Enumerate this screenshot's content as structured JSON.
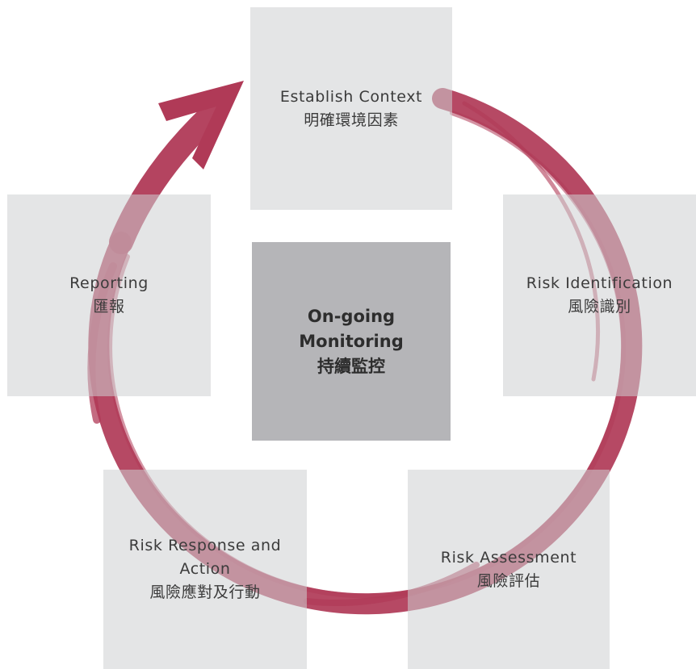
{
  "colors": {
    "stroke": "#b03a57",
    "box_fill": "#cecfd1",
    "center_fill": "#b5b5b8",
    "text": "#3b3b3b"
  },
  "center": {
    "line1": "On-going",
    "line2": "Monitoring",
    "line3": "持續監控"
  },
  "steps": [
    {
      "en": "Establish Context",
      "zh": "明確環境因素"
    },
    {
      "en": "Risk Identification",
      "zh": "風險識別"
    },
    {
      "en": "Risk Assessment",
      "zh": "風險評估"
    },
    {
      "en_line1": "Risk Response and",
      "en_line2": "Action",
      "zh": "風險應對及行動"
    },
    {
      "en": "Reporting",
      "zh": "匯報"
    }
  ],
  "icons": {
    "cycle": "circular-brush-arrow-icon"
  }
}
